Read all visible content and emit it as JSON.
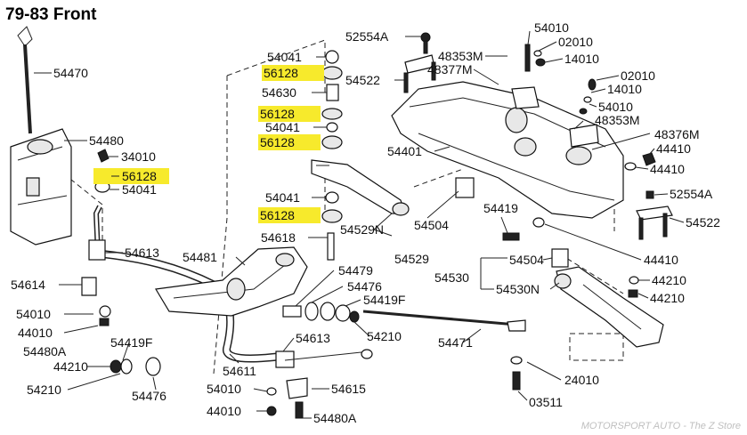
{
  "title": "79-83 Front",
  "watermark": "MOTORSPORT AUTO - The Z Store",
  "highlight_color": "#f7ea2c",
  "highlighted_part": "56128",
  "labels": {
    "p54470": "54470",
    "p54480": "54480",
    "p34010": "34010",
    "p56128_a": "56128",
    "p54041_a": "54041",
    "p54614": "54614",
    "p54613_a": "54613",
    "p54010_a": "54010",
    "p44010_a": "44010",
    "p54480A_a": "54480A",
    "p54419F_a": "54419F",
    "p44210_a": "44210",
    "p54210_a": "54210",
    "p54476_a": "54476",
    "p54481": "54481",
    "p54611": "54611",
    "p54041_b": "54041",
    "p56128_b": "56128",
    "p54630": "54630",
    "p56128_c": "56128",
    "p54041_c": "54041",
    "p56128_d": "56128",
    "p54041_d": "54041",
    "p56128_e": "56128",
    "p54618": "54618",
    "p54479": "54479",
    "p54476_b": "54476",
    "p54419F_b": "54419F",
    "p54210_b": "54210",
    "p54613_b": "54613",
    "p54010_b": "54010",
    "p54615": "54615",
    "p44010_b": "44010",
    "p54480A_b": "54480A",
    "p52554A_a": "52554A",
    "p54522_a": "54522",
    "p48353M_a": "48353M",
    "p48377M": "48377M",
    "p54010_c": "54010",
    "p02010_a": "02010",
    "p14010_a": "14010",
    "p02010_b": "02010",
    "p14010_b": "14010",
    "p54010_d": "54010",
    "p48353M_b": "48353M",
    "p48376M": "48376M",
    "p44410_a": "44410",
    "p44410_b": "44410",
    "p54401": "54401",
    "p52554A_b": "52554A",
    "p54522_b": "54522",
    "p54529N": "54529N",
    "p54504_a": "54504",
    "p54529": "54529",
    "p54419": "54419",
    "p54504_b": "54504",
    "p44410_c": "44410",
    "p54530": "54530",
    "p54530N": "54530N",
    "p44210_b": "44210",
    "p44210_c": "44210",
    "p54471": "54471",
    "p24010": "24010",
    "p03511": "03511"
  }
}
